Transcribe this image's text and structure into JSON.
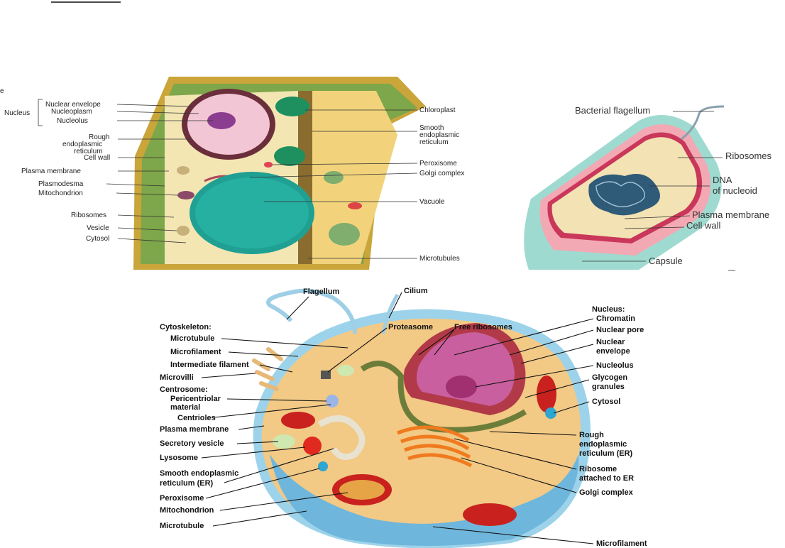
{
  "plant_cell": {
    "edge_label": "e",
    "left_labels": {
      "nucleus": "Nucleus",
      "nuclear_envelope": "Nuclear envelope",
      "nucleoplasm": "Nucleoplasm",
      "nucleolus": "Nucleolus",
      "rough_er_1": "Rough",
      "rough_er_2": "endoplasmic",
      "rough_er_3": "reticulum",
      "cell_wall": "Cell wall",
      "plasma_membrane": "Plasma membrane",
      "plasmodesma": "Plasmodesma",
      "mitochondrion": "Mitochondrion",
      "ribosomes": "Ribosomes",
      "vesicle": "Vesicle",
      "cytosol": "Cytosol"
    },
    "right_labels": {
      "chloroplast": "Chloroplast",
      "smooth_er_1": "Smooth",
      "smooth_er_2": "endoplasmic",
      "smooth_er_3": "reticulum",
      "peroxisome": "Peroxisome",
      "golgi": "Golgi complex",
      "vacuole": "Vacuole",
      "microtubules": "Microtubules"
    }
  },
  "prokaryote": {
    "flagellum": "Bacterial flagellum",
    "ribosomes": "Ribosomes",
    "dna_1": "DNA",
    "dna_2": "of nucleoid",
    "plasma_membrane": "Plasma membrane",
    "cell_wall": "Cell wall",
    "capsule": "Capsule"
  },
  "animal_cell": {
    "flagellum": "Flagellum",
    "cilium": "Cilium",
    "proteasome": "Proteasome",
    "free_ribosomes": "Free ribosomes",
    "cytoskeleton": "Cytoskeleton:",
    "microtubule": "Microtubule",
    "microfilament": "Microfilament",
    "intermediate_filament": "Intermediate filament",
    "microvilli": "Microvilli",
    "centrosome": "Centrosome:",
    "pericentriolar_1": "Pericentriolar",
    "pericentriolar_2": "material",
    "centrioles": "Centrioles",
    "plasma_membrane": "Plasma membrane",
    "secretory_vesicle": "Secretory vesicle",
    "lysosome": "Lysosome",
    "smooth_er_1": "Smooth endoplasmic",
    "smooth_er_2": "reticulum (ER)",
    "peroxisome": "Peroxisome",
    "mitochondrion": "Mitochondrion",
    "microtubule_bottom": "Microtubule",
    "nucleus": "Nucleus:",
    "chromatin": "Chromatin",
    "nuclear_pore": "Nuclear pore",
    "nuclear_envelope_1": "Nuclear",
    "nuclear_envelope_2": "envelope",
    "nucleolus": "Nucleolus",
    "glycogen_1": "Glycogen",
    "glycogen_2": "granules",
    "cytosol": "Cytosol",
    "rough_er_1": "Rough",
    "rough_er_2": "endoplasmic",
    "rough_er_3": "reticulum (ER)",
    "ribosome_er_1": "Ribosome",
    "ribosome_er_2": "attached to ER",
    "golgi": "Golgi complex",
    "microfilament_bottom": "Microfilament"
  }
}
